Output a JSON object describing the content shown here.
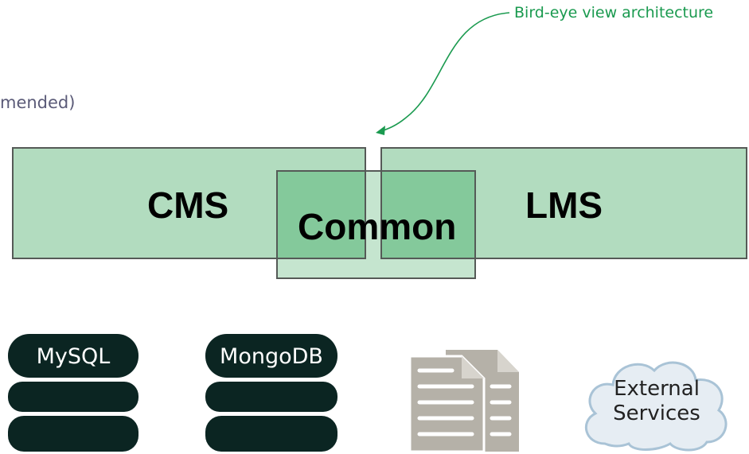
{
  "annotation": {
    "text": "Bird-eye view architecture",
    "color": "#1a9a4f"
  },
  "partial_text": "mended)",
  "modules": {
    "cms": "CMS",
    "lms": "LMS",
    "common": "Common"
  },
  "resources": {
    "mysql": "MySQL",
    "mongodb": "MongoDB",
    "external_line1": "External",
    "external_line2": "Services"
  },
  "colors": {
    "box_fill": "#b2dcbf",
    "overlap_fill": "#84c99b",
    "box_border": "#555a57",
    "database": "#0b2522",
    "document": "#b5b1a8"
  }
}
